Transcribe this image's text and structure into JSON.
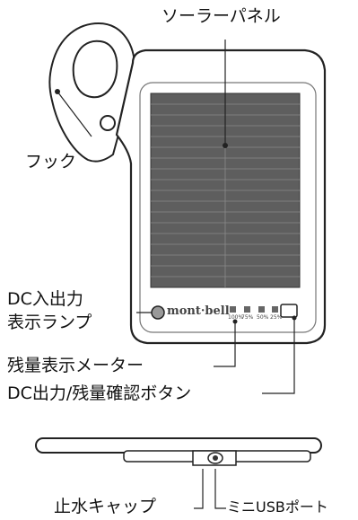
{
  "labels": {
    "solar_panel": "ソーラーパネル",
    "hook": "フック",
    "dc_lamp_line1": "DC入出力",
    "dc_lamp_line2": "表示ランプ",
    "battery_meter": "残量表示メーター",
    "dc_button": "DC出力/残量確認ボタン",
    "waterproof_cap": "止水キャップ",
    "mini_usb_port": "ミニUSBポート"
  },
  "device": {
    "brand": "mont·bell",
    "meter_ticks": [
      "100%",
      "75%",
      "50%",
      "25%"
    ]
  },
  "colors": {
    "panel": "#5e5e5e",
    "panel_lines": "#8a8a8a",
    "outline": "#222222"
  }
}
